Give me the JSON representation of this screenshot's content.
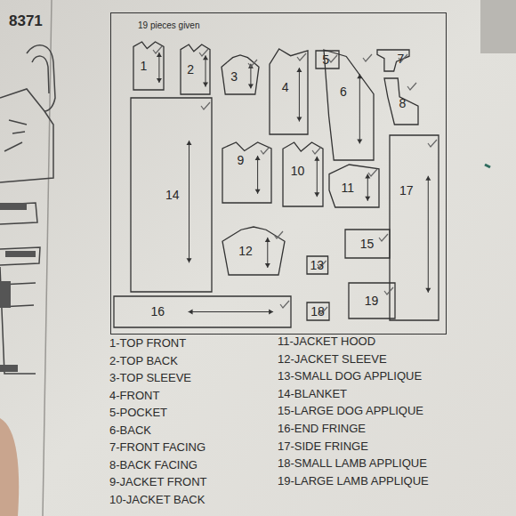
{
  "diagram": {
    "nodes": [
      {
        "text": [
          "19 pieces given"
        ]
      },
      {
        "text": [
          "1"
        ],
        "in": 0
      },
      {
        "text": [
          "2"
        ],
        "in": 0
      },
      {
        "text": [
          "3"
        ],
        "in": 0
      },
      {
        "text": [
          "4"
        ],
        "in": 0
      },
      {
        "text": [
          "5"
        ],
        "in": 0
      },
      {
        "text": [
          "6"
        ],
        "in": 0
      },
      {
        "text": [
          "7"
        ],
        "in": 0
      },
      {
        "text": [
          "8"
        ],
        "in": 0
      },
      {
        "text": [
          "9"
        ],
        "in": 0
      },
      {
        "text": [
          "10"
        ],
        "in": 0
      },
      {
        "text": [
          "11"
        ],
        "in": 0
      },
      {
        "text": [
          "12"
        ],
        "in": 0
      },
      {
        "text": [
          "13"
        ],
        "in": 0
      },
      {
        "text": [
          "14"
        ],
        "in": 0
      },
      {
        "text": [
          "15"
        ],
        "in": 0
      },
      {
        "text": [
          "16"
        ],
        "in": 0
      },
      {
        "text": [
          "17"
        ],
        "in": 0
      },
      {
        "text": [
          "18"
        ],
        "in": 0
      },
      {
        "text": [
          "19"
        ],
        "in": 0
      }
    ],
    "labels": [
      "8371",
      "1-TOP FRONT",
      "2-TOP BACK",
      "3-TOP SLEEVE",
      "4-FRONT",
      "5-POCKET",
      "6-BACK",
      "7-FRONT FACING",
      "8-BACK FACING",
      "9-JACKET FRONT",
      "10-JACKET BACK",
      "11-JACKET HOOD",
      "12-JACKET SLEEVE",
      "13-SMALL DOG APPLIQUE",
      "14-BLANKET",
      "15-LARGE DOG APPLIQUE",
      "16-END FRINGE",
      "17-SIDE FRINGE",
      "18-SMALL LAMB APPLIQUE",
      "19-LARGE LAMB APPLIQUE"
    ]
  }
}
